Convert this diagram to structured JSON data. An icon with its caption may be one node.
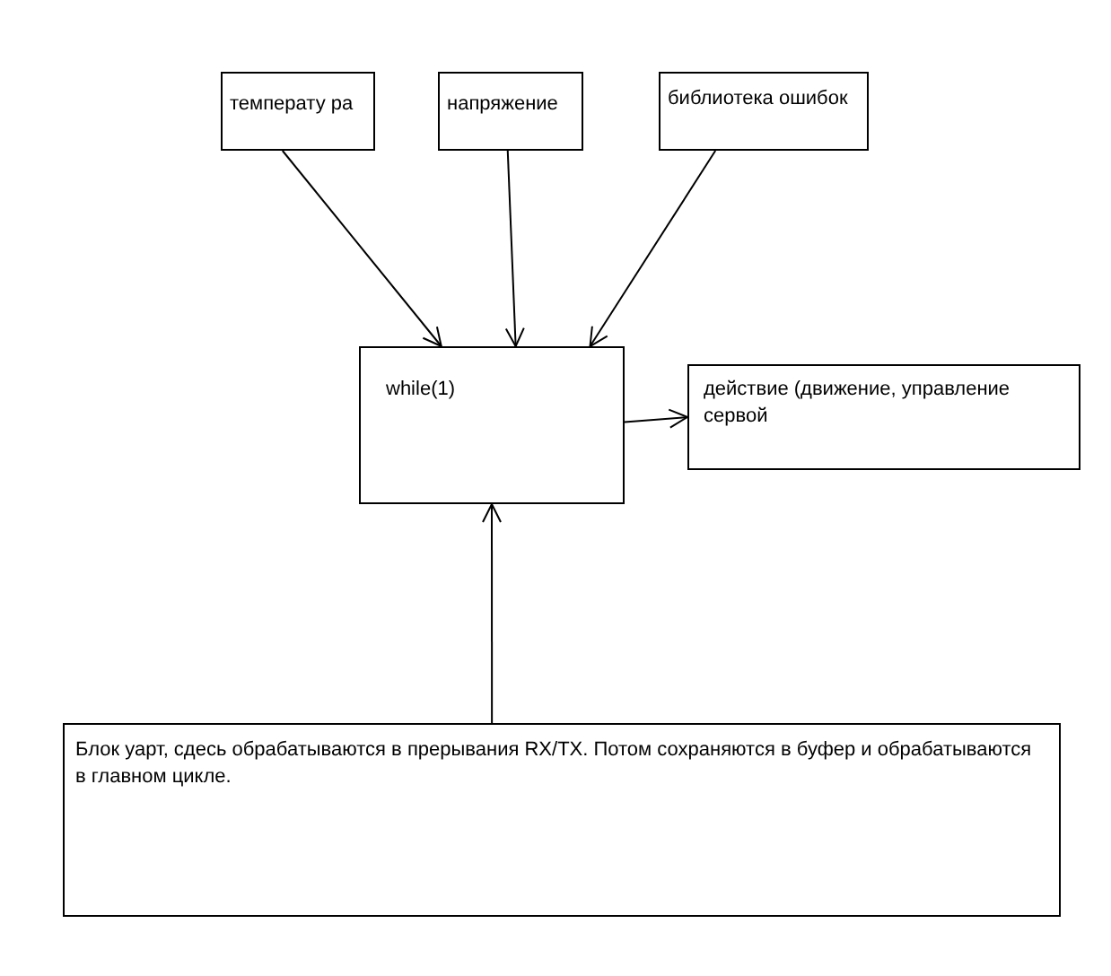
{
  "diagram": {
    "nodes": [
      {
        "text": [
          "температу ра"
        ]
      },
      {
        "text": [
          "напряжение"
        ]
      },
      {
        "text": [
          "библиотека ошибок"
        ]
      },
      {
        "text": [
          "while(1)"
        ]
      },
      {
        "text": [
          "действие (движение, управление сервой"
        ]
      },
      {
        "text": [
          "Блок уарт, сдесь обрабатываются в прерывания RX/TX. Потом сохраняются в буфер и обрабатываются в главном цикле."
        ]
      }
    ],
    "edges": [
      {
        "from": 0,
        "to": 3,
        "arrow": "to"
      },
      {
        "from": 1,
        "to": 3,
        "arrow": "to"
      },
      {
        "from": 2,
        "to": 3,
        "arrow": "to"
      },
      {
        "from": 3,
        "to": 4,
        "arrow": "to"
      },
      {
        "from": 5,
        "to": 3,
        "arrow": "to"
      }
    ]
  }
}
